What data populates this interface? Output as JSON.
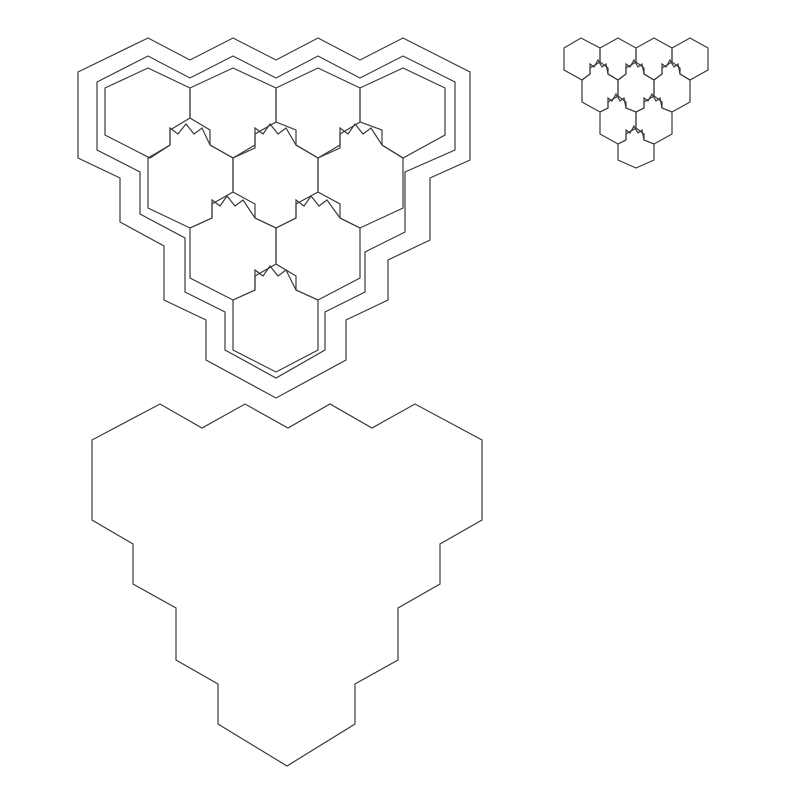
{
  "diagram": {
    "description_free": true,
    "stroke_color": "#3a3a3a",
    "background_color": "#ffffff",
    "figures": [
      {
        "id": "puzzle-large",
        "kind": "tiled-triangle-with-borders",
        "rows": [
          4,
          3,
          2,
          1
        ],
        "border_rings": 2
      },
      {
        "id": "puzzle-small",
        "kind": "tiled-triangle",
        "rows": [
          4,
          3,
          2,
          1
        ],
        "border_rings": 0
      },
      {
        "id": "outline-shape",
        "kind": "scalloped-triangle-outline"
      }
    ]
  }
}
